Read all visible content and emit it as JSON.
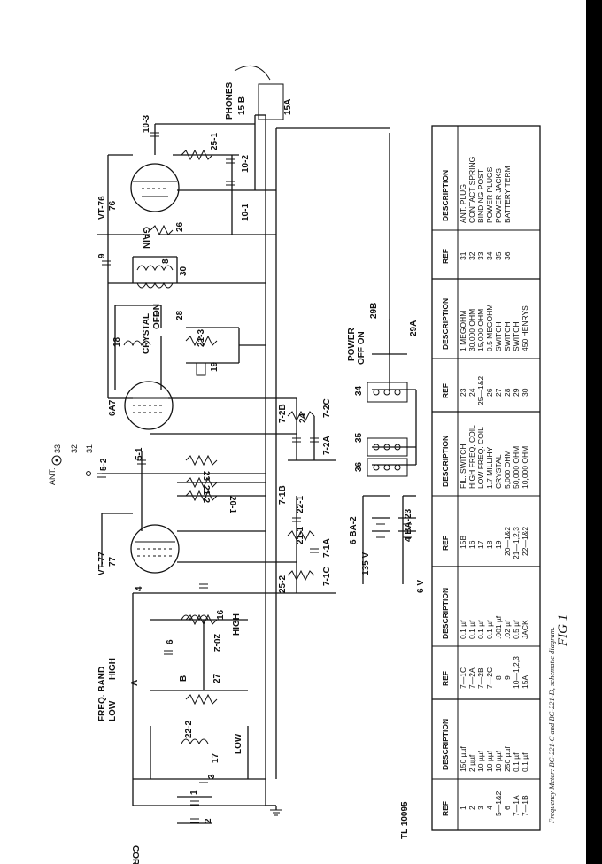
{
  "schematic": {
    "labels": {
      "ant": "ANT.",
      "n33": "33",
      "n32": "32",
      "n31": "31",
      "phones": "PHONES",
      "n15b": "15 B",
      "n15a": "15A",
      "c10_3": "10-3",
      "r25_1": "25-1",
      "c10_2": "10-2",
      "c10_1": "10-1",
      "vt76": "VT-76",
      "n76": "76",
      "gain": "GAIN",
      "n26": "26",
      "n9": "9",
      "n8": "8",
      "n30": "30",
      "crystal": "CRYSTAL",
      "off": "OFF",
      "on": "ON",
      "n28": "28",
      "n18": "18",
      "r21_3": "21-3",
      "n19": "19",
      "power": "POWER",
      "power_offon": "OFF  ON",
      "n29b": "29B",
      "n29a": "29A",
      "n34": "34",
      "n35": "35",
      "n36": "36",
      "t6a7": "6A7",
      "c7_2b": "7-2B",
      "r24": "24",
      "c7_2c": "7-2C",
      "c7_2a": "7-2A",
      "c5_2": "5-2",
      "c5_1": "5-1",
      "r23": "23",
      "r21_2": "21-2",
      "r20_1": "20-1",
      "c7_1b": "7-1B",
      "r22_1": "22-1",
      "r21_1": "21-1",
      "c7_1a": "7-1A",
      "c7_1c": "7-1C",
      "r25_2": "25-2",
      "vt77": "VT-77",
      "n77": "77",
      "b6ba2": "6 BA-2",
      "v135": "135 V",
      "b4ba23": "4 BA-23",
      "v6": "6 V",
      "freq_band": "FREQ. BAND",
      "low": "LOW",
      "high": "HIGH",
      "sw_a": "A",
      "sw_b": "B",
      "n27": "27",
      "n4": "4",
      "n6": "6",
      "n16": "16",
      "r20_2": "20-2",
      "high2": "HIGH",
      "r22_2": "22-2",
      "n17": "17",
      "low2": "LOW",
      "n3": "3",
      "n1": "1",
      "n2": "2",
      "corrector": "CORRECTOR",
      "tl": "TL 10095"
    }
  },
  "parts_table": {
    "columns": [
      {
        "ref_header": "REF",
        "desc_header": "DESCRIPTION",
        "rows": [
          {
            "ref": "1",
            "desc": "150 µµf"
          },
          {
            "ref": "2",
            "desc": "2 µµf"
          },
          {
            "ref": "3",
            "desc": "10 µµf"
          },
          {
            "ref": "4",
            "desc": "10 µµf"
          },
          {
            "ref": "5—1&2",
            "desc": "10 µµf"
          },
          {
            "ref": "6",
            "desc": "250 µµf"
          },
          {
            "ref": "7—1A",
            "desc": "0.1 µf"
          },
          {
            "ref": "7—1B",
            "desc": "0.1 µf"
          }
        ]
      },
      {
        "ref_header": "REF",
        "desc_header": "DESCRIPTION",
        "rows": [
          {
            "ref": "7—1C",
            "desc": "0.1 µf"
          },
          {
            "ref": "7—2A",
            "desc": "0.1 µf"
          },
          {
            "ref": "7—2B",
            "desc": "0.1 µf"
          },
          {
            "ref": "7—2C",
            "desc": "0.1 µf"
          },
          {
            "ref": "8",
            "desc": ".001 µf"
          },
          {
            "ref": "9",
            "desc": ".02 µf"
          },
          {
            "ref": "10—1,2,3",
            "desc": "0.5 µf"
          },
          {
            "ref": "15A",
            "desc": "JACK"
          }
        ]
      },
      {
        "ref_header": "REF",
        "desc_header": "DESCRIPTION",
        "rows": [
          {
            "ref": "15B",
            "desc": "FIL. SWITCH"
          },
          {
            "ref": "16",
            "desc": "HIGH FREQ. COIL"
          },
          {
            "ref": "17",
            "desc": "LOW FREQ. COIL"
          },
          {
            "ref": "18",
            "desc": "1.7 MILLIHY"
          },
          {
            "ref": "19",
            "desc": "CRYSTAL"
          },
          {
            "ref": "20—1&2",
            "desc": "5,000 OHM"
          },
          {
            "ref": "21—1,2,3",
            "desc": "50,000 OHM"
          },
          {
            "ref": "22—1&2",
            "desc": "10,000 OHM"
          }
        ]
      },
      {
        "ref_header": "REF",
        "desc_header": "DESCRIPTION",
        "rows": [
          {
            "ref": "23",
            "desc": "1 MEGOHM"
          },
          {
            "ref": "24",
            "desc": "30,000 OHM"
          },
          {
            "ref": "25—1&2",
            "desc": "15,000 OHM"
          },
          {
            "ref": "26",
            "desc": "0.5 MEGOHM"
          },
          {
            "ref": "27",
            "desc": "SWITCH"
          },
          {
            "ref": "28",
            "desc": "SWITCH"
          },
          {
            "ref": "29",
            "desc": "SWITCH"
          },
          {
            "ref": "30",
            "desc": "450 HENRYS"
          }
        ]
      },
      {
        "ref_header": "REF",
        "desc_header": "DESCRIPTION",
        "rows": [
          {
            "ref": "31",
            "desc": "ANT. PLUG"
          },
          {
            "ref": "32",
            "desc": "CONTACT SPRING"
          },
          {
            "ref": "33",
            "desc": "BINDING POST"
          },
          {
            "ref": "34",
            "desc": "POWER PLUGS"
          },
          {
            "ref": "35",
            "desc": "POWER JACKS"
          },
          {
            "ref": "36",
            "desc": "BATTERY TERM"
          }
        ]
      }
    ]
  },
  "caption": "Frequency Meter: BC-221-C and BC-221-D, schematic diagram.",
  "figure_label": "FIG 1"
}
